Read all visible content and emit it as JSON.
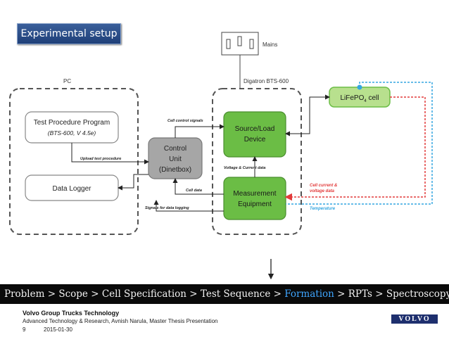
{
  "slide_title": "Experimental setup",
  "diagram": {
    "pc_label": "PC",
    "digatron_label": "Digatron BTS-600",
    "mains_label": "Mains",
    "test_program_line1": "Test Procedure Program",
    "test_program_line2": "(BTS-600, V 4.5e)",
    "data_logger": "Data Logger",
    "control_unit_line1": "Control",
    "control_unit_line2": "Unit",
    "control_unit_line3": "(Dinetbox)",
    "source_load_line1": "Source/Load",
    "source_load_line2": "Device",
    "measurement_line1": "Measurement",
    "measurement_line2": "Equipment",
    "cell_name": "LiFePO",
    "cell_sub": "4",
    "cell_suffix": " cell",
    "cell_control_signals": "Cell control signals",
    "upload_test_procedure": "Upload test procedure",
    "voltage_current_data": "Voltage & Current data",
    "cell_data": "Cell data",
    "signals_for_data_logging": "Signals for data logging",
    "cell_current_voltage_line1": "Cell current &",
    "cell_current_voltage_line2": "voltage data",
    "temperature": "Temperature"
  },
  "nav": {
    "items": [
      "Problem",
      "Scope",
      "Cell Specification",
      "Test Sequence",
      "Formation",
      "RPTs",
      "Spectroscopy",
      "..."
    ],
    "active_index": 4
  },
  "footer": {
    "org": "Volvo Group Trucks Technology",
    "subtitle": "Advanced Technology & Research, Avnish Narula, Master Thesis Presentation",
    "page": "9",
    "date": "2015-01-30",
    "logo_text": "VOLVO"
  },
  "colors": {
    "green_box": "#6bbd45",
    "grey_box": "#a6a6a6",
    "red_dotted": "#e23b3b",
    "blue_dotted": "#35a6e0",
    "nav_active": "#3fa6ff"
  }
}
